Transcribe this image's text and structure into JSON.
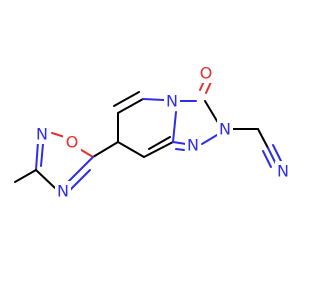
{
  "molecule": {
    "atoms": {
      "o_carbonyl": {
        "symbol": "O",
        "color": "#e82e2e"
      },
      "n_ring_bridge": {
        "symbol": "N",
        "color": "#2e2ee8"
      },
      "n_ring_sub": {
        "symbol": "N",
        "color": "#2e2ee8"
      },
      "n_ring_low": {
        "symbol": "N",
        "color": "#2e2ee8"
      },
      "n_nitrile": {
        "symbol": "N",
        "color": "#2e2ee8"
      },
      "n_oxadiazole_top": {
        "symbol": "N",
        "color": "#2e2ee8"
      },
      "o_oxadiazole": {
        "symbol": "O",
        "color": "#e82e2e"
      },
      "n_oxadiazole_bottom": {
        "symbol": "N",
        "color": "#2e2ee8"
      }
    }
  }
}
